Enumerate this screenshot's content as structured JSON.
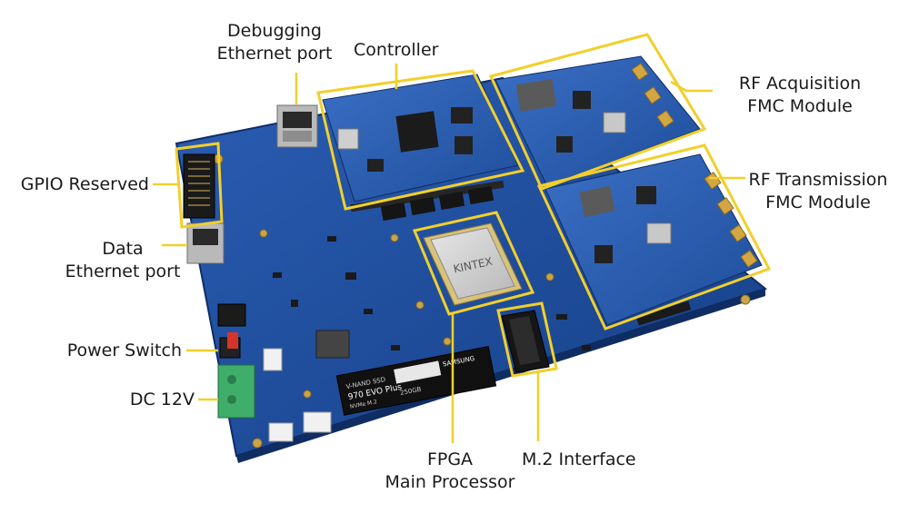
{
  "labels": {
    "debug_eth": [
      "Debugging",
      "Ethernet port"
    ],
    "controller": "Controller",
    "rf_acq": [
      "RF Acquisition",
      "FMC Module"
    ],
    "rf_tx": [
      "RF Transmission",
      "FMC Module"
    ],
    "gpio": "GPIO Reserved",
    "data_eth": [
      "Data",
      "Ethernet port"
    ],
    "power_switch": "Power Switch",
    "dc": "DC 12V",
    "fpga": [
      "FPGA",
      "Main Processor"
    ],
    "m2": "M.2 Interface"
  },
  "board_text": {
    "chip_brand": "KINTEX",
    "ssd_series": "970 EVO Plus",
    "ssd_type": "V-NAND SSD",
    "ssd_maker": "SAMSUNG",
    "ssd_capacity": "250GB",
    "ssd_form": "NVMe M.2"
  },
  "colors": {
    "board": "#1e4fa0",
    "highlight": "#f2cf2b",
    "connector_green": "#3fae6a"
  }
}
